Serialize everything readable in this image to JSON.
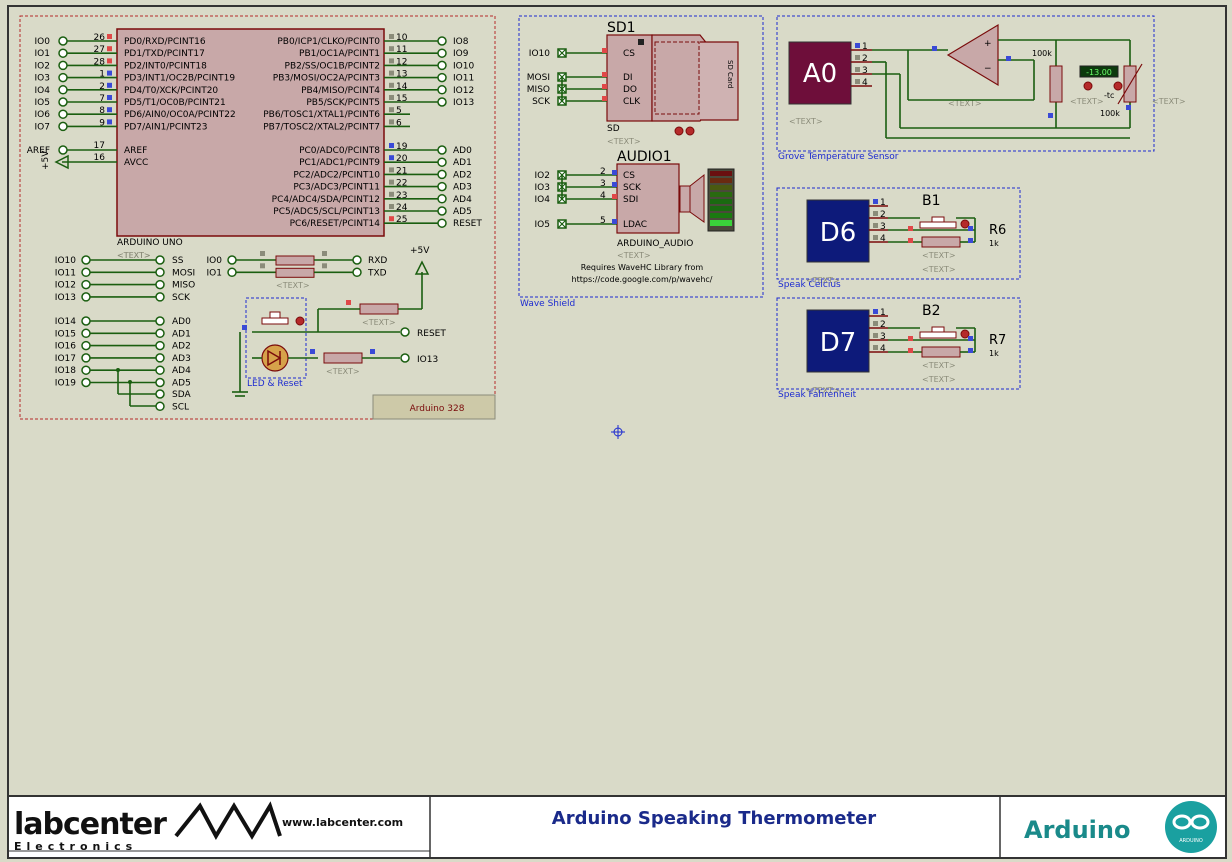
{
  "title_block": {
    "company": "labcenter",
    "company_sub": "Electronics",
    "url": "www.labcenter.com",
    "title": "Arduino Speaking Thermometer",
    "brand": "Arduino",
    "brand_logo_text": "ARDUINO"
  },
  "mcu": {
    "label": "ARDUINO UNO",
    "text": "<TEXT>",
    "left_pins": [
      {
        "port": "IO0",
        "num": "26",
        "name": "PD0/RXD/PCINT16"
      },
      {
        "port": "IO1",
        "num": "27",
        "name": "PD1/TXD/PCINT17"
      },
      {
        "port": "IO2",
        "num": "28",
        "name": "PD2/INT0/PCINT18"
      },
      {
        "port": "IO3",
        "num": "1",
        "name": "PD3/INT1/OC2B/PCINT19"
      },
      {
        "port": "IO4",
        "num": "2",
        "name": "PD4/T0/XCK/PCINT20"
      },
      {
        "port": "IO5",
        "num": "7",
        "name": "PD5/T1/OC0B/PCINT21"
      },
      {
        "port": "IO6",
        "num": "8",
        "name": "PD6/AIN0/OC0A/PCINT22"
      },
      {
        "port": "IO7",
        "num": "9",
        "name": "PD7/AIN1/PCINT23"
      }
    ],
    "right_pins": [
      {
        "name": "PB0/ICP1/CLKO/PCINT0",
        "num": "10",
        "port": "IO8"
      },
      {
        "name": "PB1/OC1A/PCINT1",
        "num": "11",
        "port": "IO9"
      },
      {
        "name": "PB2/SS/OC1B/PCINT2",
        "num": "12",
        "port": "IO10"
      },
      {
        "name": "PB3/MOSI/OC2A/PCINT3",
        "num": "13",
        "port": "IO11"
      },
      {
        "name": "PB4/MISO/PCINT4",
        "num": "14",
        "port": "IO12"
      },
      {
        "name": "PB5/SCK/PCINT5",
        "num": "15",
        "port": "IO13"
      },
      {
        "name": "PB6/TOSC1/XTAL1/PCINT6",
        "num": "5",
        "port": ""
      },
      {
        "name": "PB7/TOSC2/XTAL2/PCINT7",
        "num": "6",
        "port": ""
      }
    ],
    "aref": {
      "port": "AREF",
      "num": "17",
      "name": "AREF"
    },
    "avcc": {
      "num": "16",
      "name": "AVCC"
    },
    "supply": "+5V",
    "analog_pins": [
      {
        "name": "PC0/ADC0/PCINT8",
        "num": "19",
        "port": "AD0"
      },
      {
        "name": "PC1/ADC1/PCINT9",
        "num": "20",
        "port": "AD1"
      },
      {
        "name": "PC2/ADC2/PCINT10",
        "num": "21",
        "port": "AD2"
      },
      {
        "name": "PC3/ADC3/PCINT11",
        "num": "22",
        "port": "AD3"
      },
      {
        "name": "PC4/ADC4/SDA/PCINT12",
        "num": "23",
        "port": "AD4"
      },
      {
        "name": "PC5/ADC5/SCL/PCINT13",
        "num": "24",
        "port": "AD5"
      },
      {
        "name": "PC6/RESET/PCINT14",
        "num": "25",
        "port": "RESET"
      }
    ]
  },
  "spi_map": [
    [
      "IO10",
      "SS"
    ],
    [
      "IO11",
      "MOSI"
    ],
    [
      "IO12",
      "MISO"
    ],
    [
      "IO13",
      "SCK"
    ]
  ],
  "analog_map": [
    [
      "IO14",
      "AD0"
    ],
    [
      "IO15",
      "AD1"
    ],
    [
      "IO16",
      "AD2"
    ],
    [
      "IO17",
      "AD3"
    ],
    [
      "IO18",
      "AD4"
    ],
    [
      "IO19",
      "AD5"
    ]
  ],
  "i2c": [
    "SDA",
    "SCL"
  ],
  "serial": [
    [
      "IO0",
      "RXD"
    ],
    [
      "IO1",
      "TXD"
    ]
  ],
  "reset_net": {
    "supply": "+5V",
    "reset": "RESET",
    "io13": "IO13",
    "group": "LED & Reset"
  },
  "arduino_box_label": "Arduino 328",
  "text_placeholder": "<TEXT>",
  "sd": {
    "ref": "SD1",
    "label": "SD",
    "card": "SD Card",
    "nets": [
      "IO10",
      "MOSI",
      "MISO",
      "SCK"
    ],
    "pins": [
      "CS",
      "DI",
      "DO",
      "CLK"
    ]
  },
  "audio": {
    "ref": "AUDIO1",
    "label": "ARDUINO_AUDIO",
    "nets": [
      "IO2",
      "IO3",
      "IO4",
      "IO5"
    ],
    "nums": [
      "2",
      "3",
      "4",
      "5"
    ],
    "pins": [
      "CS",
      "SCK",
      "SDI",
      "LDAC"
    ],
    "note1": "Requires WaveHC Library from",
    "note2": "https://code.google.com/p/wavehc/"
  },
  "wave_group": "Wave Shield",
  "temp": {
    "module": "A0",
    "pins": [
      "1",
      "2",
      "3",
      "4"
    ],
    "r1": "100k",
    "r2": "100k",
    "display": "-13.00",
    "unit": "-tc",
    "group": "Grove Temperature Sensor"
  },
  "b1": {
    "module": "D6",
    "ref": "B1",
    "res": "R6",
    "res_val": "1k",
    "pins": [
      "1",
      "2",
      "3",
      "4"
    ],
    "group": "Speak Celcius"
  },
  "b2": {
    "module": "D7",
    "ref": "B2",
    "res": "R7",
    "res_val": "1k",
    "pins": [
      "1",
      "2",
      "3",
      "4"
    ],
    "group": "Speak Fahrenheit"
  }
}
